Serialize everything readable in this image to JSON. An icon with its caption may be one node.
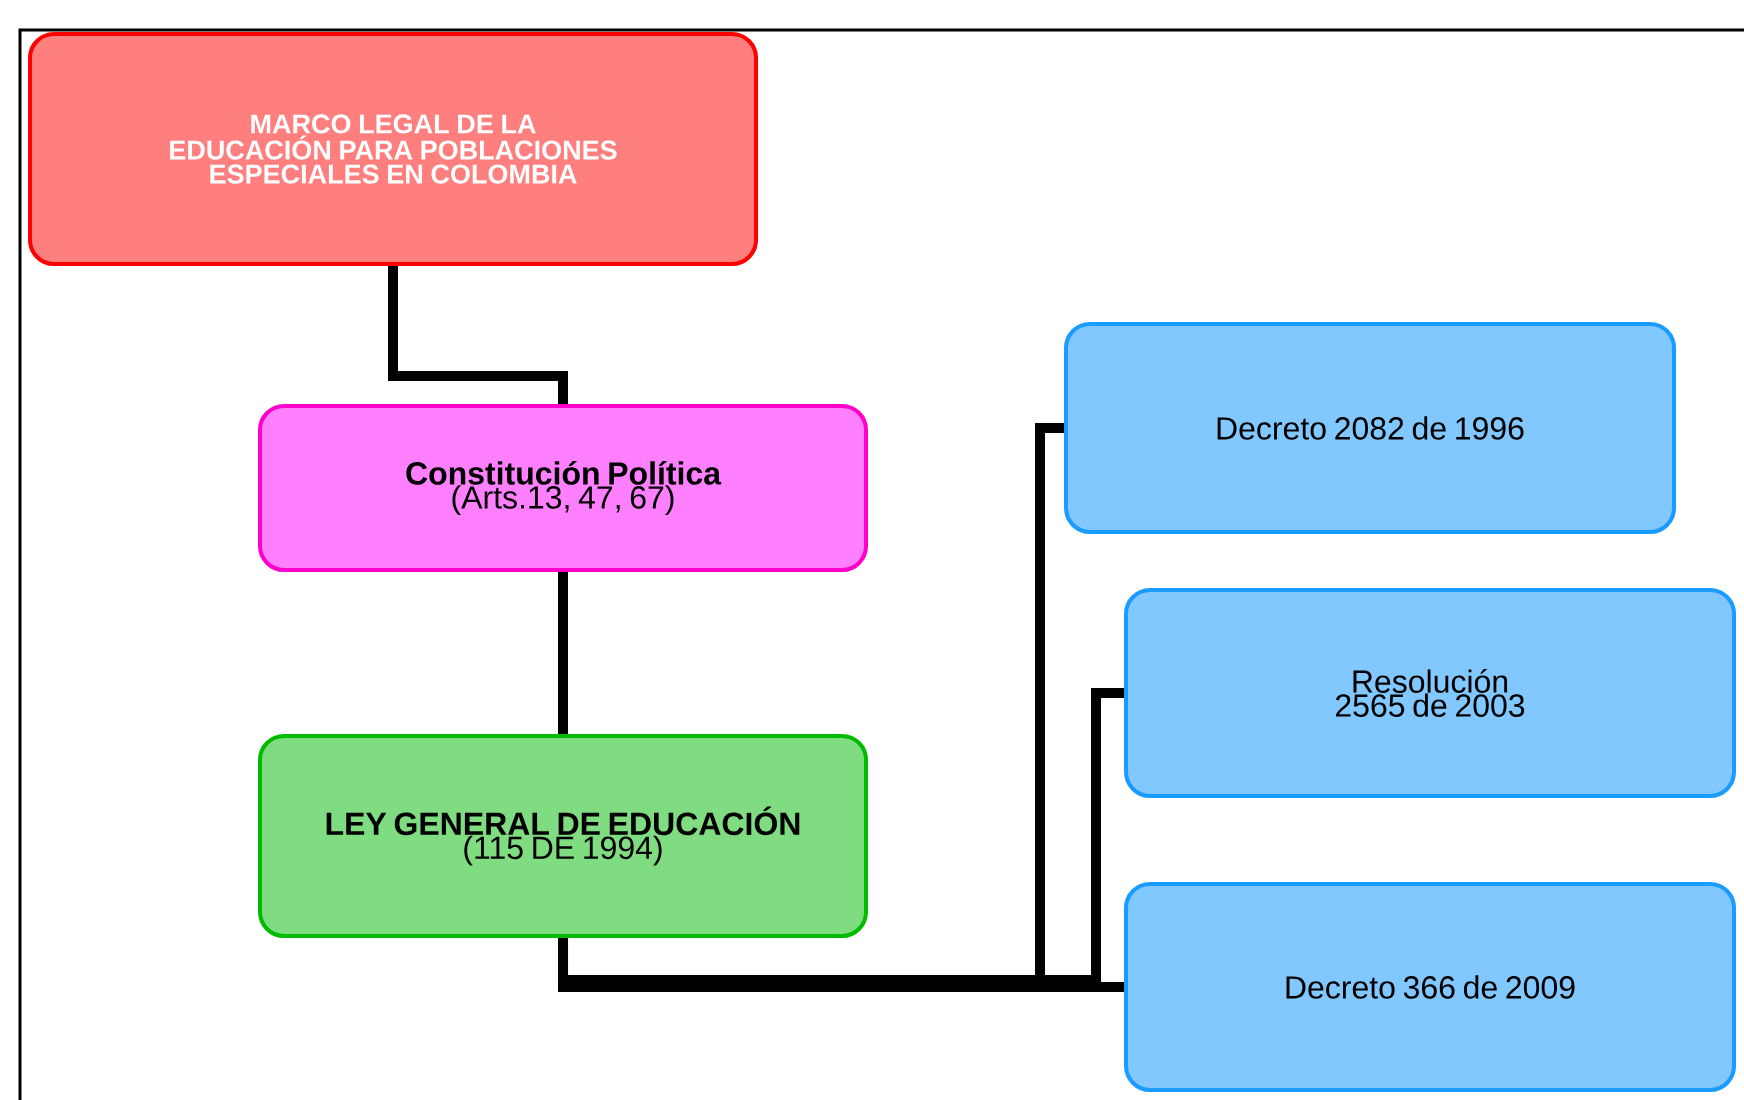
{
  "diagram": {
    "nodes": [
      {
        "text": [
          "MARCO LEGAL DE LA EDUCACIÓN PARA POBLACIONES ESPECIALES EN COLOMBIA"
        ]
      },
      {
        "text": [
          "Constitución Política",
          "(Arts.13, 47, 67)"
        ]
      },
      {
        "text": [
          "LEY GENERAL DE EDUCACIÓN",
          "(115 DE 1994)"
        ]
      },
      {
        "text": [
          "Decreto 2082 de 1996"
        ]
      },
      {
        "text": [
          "Resolución 2565 de 2003"
        ]
      },
      {
        "text": [
          "Decreto 366 de 2009"
        ]
      }
    ],
    "edges": [
      {
        "from": 0,
        "to": 1,
        "arrow": "none"
      },
      {
        "from": 1,
        "to": 2,
        "arrow": "none"
      },
      {
        "from": 2,
        "to": 3,
        "arrow": "none"
      },
      {
        "from": 2,
        "to": 4,
        "arrow": "none"
      },
      {
        "from": 2,
        "to": 5,
        "arrow": "none"
      }
    ]
  }
}
